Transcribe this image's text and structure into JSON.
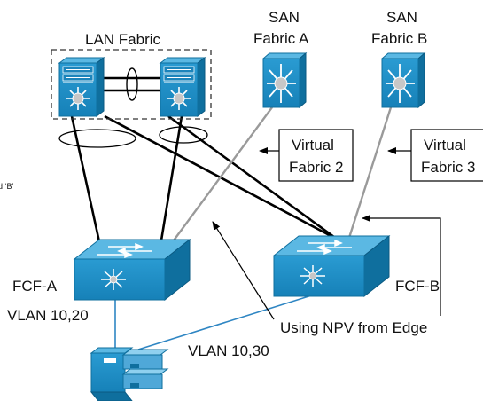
{
  "labels": {
    "lan_fabric": "LAN Fabric",
    "san_a_line1": "SAN",
    "san_a_line2": "Fabric A",
    "san_b_line1": "SAN",
    "san_b_line2": "Fabric B",
    "vf2_line1": "Virtual",
    "vf2_line2": "Fabric 2",
    "vf3_line1": "Virtual",
    "vf3_line2": "Fabric 3",
    "stray_text": "d ‘B’",
    "fcf_a": "FCF-A",
    "fcf_b": "FCF-B",
    "vlan_a": "VLAN 10,20",
    "vlan_b": "VLAN 10,30",
    "npv": "Using NPV from Edge"
  },
  "colors": {
    "device_blue": "#1e8fc6",
    "device_blue_dark": "#0f6f9e",
    "device_blue_light": "#5bb8e3",
    "link_black": "#000000",
    "link_gray": "#9a9a9a",
    "link_blue": "#2f86c3"
  },
  "icons": {
    "lan_switch": "nexus-director-switch-icon",
    "san_switch": "mds-director-switch-icon",
    "fcf_switch": "fcoe-fabric-switch-icon",
    "server": "server-with-cna-icon"
  }
}
